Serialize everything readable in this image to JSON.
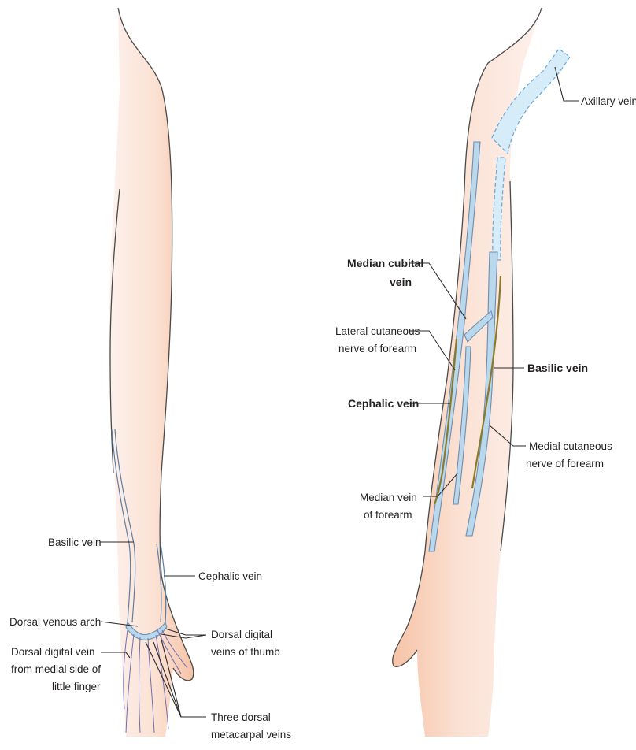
{
  "left_labels": {
    "basilic_vein": "Basilic vein",
    "cephalic_vein": "Cephalic vein",
    "dorsal_venous_arch": "Dorsal venous arch",
    "dorsal_digital_veins_of_thumb": [
      "Dorsal digital",
      "veins of thumb"
    ],
    "dorsal_digital_vein_medial": [
      "Dorsal digital vein",
      "from medial side of",
      "little finger"
    ],
    "three_dorsal_metacarpal": [
      "Three dorsal",
      "metacarpal veins"
    ]
  },
  "right_labels": {
    "axillary_vein": "Axillary vein",
    "median_cubital_vein": [
      "Median cubital",
      "vein"
    ],
    "lateral_cutaneous_nerve": [
      "Lateral cutaneous",
      "nerve of forearm"
    ],
    "basilic_vein": "Basilic vein",
    "cephalic_vein": "Cephalic vein",
    "medial_cutaneous_nerve": [
      "Medial cutaneous",
      "nerve of forearm"
    ],
    "median_vein_forearm": [
      "Median vein",
      "of forearm"
    ]
  },
  "colors": {
    "skin_light": "#fce8df",
    "skin_mid": "#f7c9ad",
    "vein_blue": "#b9d8ec",
    "vein_stroke": "#6e8db0",
    "nerve": "#8a7a2a",
    "finger_veins": "#6f6fb0"
  }
}
